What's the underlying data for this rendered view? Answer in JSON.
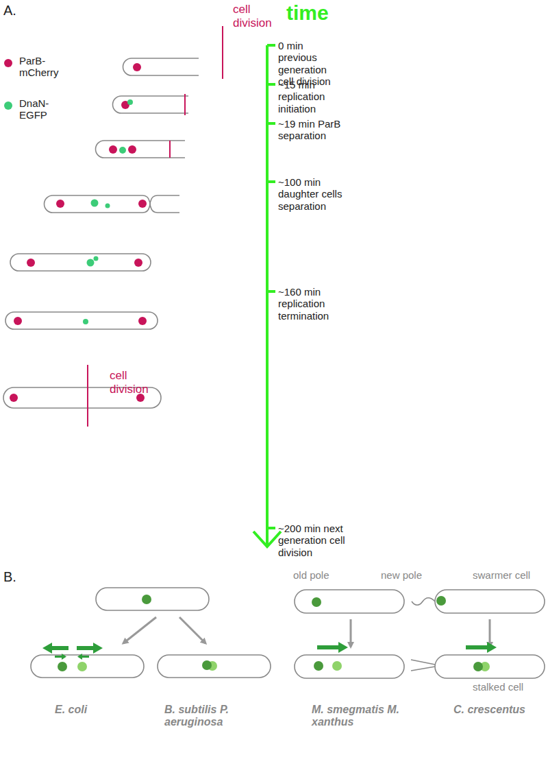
{
  "diagram": {
    "labels": [
      "A.",
      "cell division",
      "time",
      "0 min previous generation cell division",
      "~15 min replication initiation",
      "~19 min ParB separation",
      "~100 min daughter cells separation",
      "~160 min replication termination",
      "~200 min next generation cell division",
      "cell division",
      "B.",
      "old pole",
      "new pole",
      "swarmer cell",
      "stalked cell",
      "E. coli",
      "B. subtilis P. aeruginosa",
      "M. smegmatis M. xanthus",
      "C. crescentus"
    ],
    "legend": [
      {
        "text": "ParB-mCherry",
        "color": "#c8145a"
      },
      {
        "text": "DnaN-EGFP",
        "color": "#3ccc78"
      }
    ]
  }
}
